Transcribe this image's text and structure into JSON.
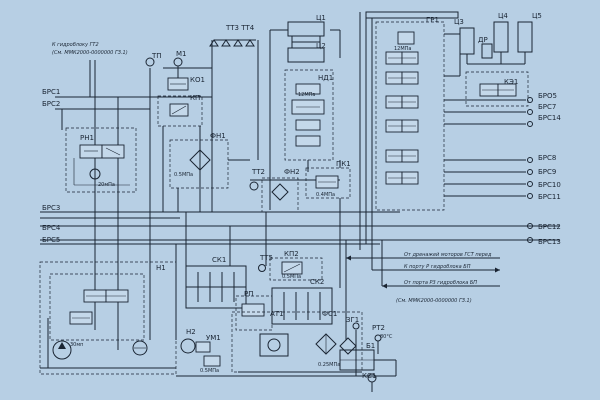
{
  "diagram": {
    "labels": {
      "t_tp1": "ТП",
      "t_m1": "М1",
      "t_ko1": "КО1",
      "t_kp1": "КП",
      "t_tt3tt4": "ТТ3 ТТ4",
      "t_c1": "Ц1",
      "t_c2": "Ц2",
      "t_nd1": "НД1",
      "t_gr1": "ГР1",
      "t_c3": "Ц3",
      "t_c4": "Ц4",
      "t_c5": "Ц5",
      "t_dr": "ДР",
      "t_ke1": "КЭ1",
      "t_bro1": "БРС1",
      "t_bro2": "БРС2",
      "t_brs3": "БРС3",
      "t_brs4": "БРС4",
      "t_brs5": "БРС5",
      "t_brs6": "БРО5",
      "t_brs7": "БРС7",
      "t_brs14": "БРС14",
      "t_brs8": "БРС8",
      "t_brs9": "БРС9",
      "t_brs10": "БРС10",
      "t_brs11": "БРС11",
      "t_brs12": "БРС12",
      "t_brs13": "БРС13",
      "t_rn1": "РН1",
      "t_fn1": "ФН1",
      "t_tt2": "ТТ2",
      "t_fn2": "ФН2",
      "t_pk1": "ПК1",
      "t_ck1": "СК1",
      "t_tt5": "ТТ5",
      "t_kp2": "КП2",
      "t_ck2": "СК2",
      "t_n1": "Н1",
      "t_n2": "Н2",
      "t_rp1": "РП",
      "t_at1": "АТ1",
      "t_fs1": "ФС1",
      "t_um1": "УМ1",
      "t_zg1": "ЗГ1",
      "t_rt2": "РТ2",
      "t_b1": "Б1",
      "t_ks1": "КС1",
      "t_hydro_top": "К гидроблоку ГТ2",
      "t_hydro_top_ref": "(См. ММК2000-0000000 ГЗ.1)",
      "t_from_motors": "От дренажей моторов  ГСТ перед",
      "t_to_port_p": "К порту Р гидроблока БП",
      "t_from_port_p3": "От порта Р3 гидроблока БП",
      "t_ref_bottom": "(См. ММК2000-0000000 ГЗ.1)",
      "t_pressure": "30мп",
      "t_rn_small": "20мПа",
      "t_fn_small": "0.5МПа",
      "t_kp2_small": "0.5МПа",
      "t_gr_small": "12МПа",
      "t_nd_small": "12МПа",
      "t_pk_small": "0.4МПа",
      "t_um_small": "0.5МПа",
      "t_fs_small": "0.25МПа",
      "t_rt_small": "80°С"
    }
  }
}
